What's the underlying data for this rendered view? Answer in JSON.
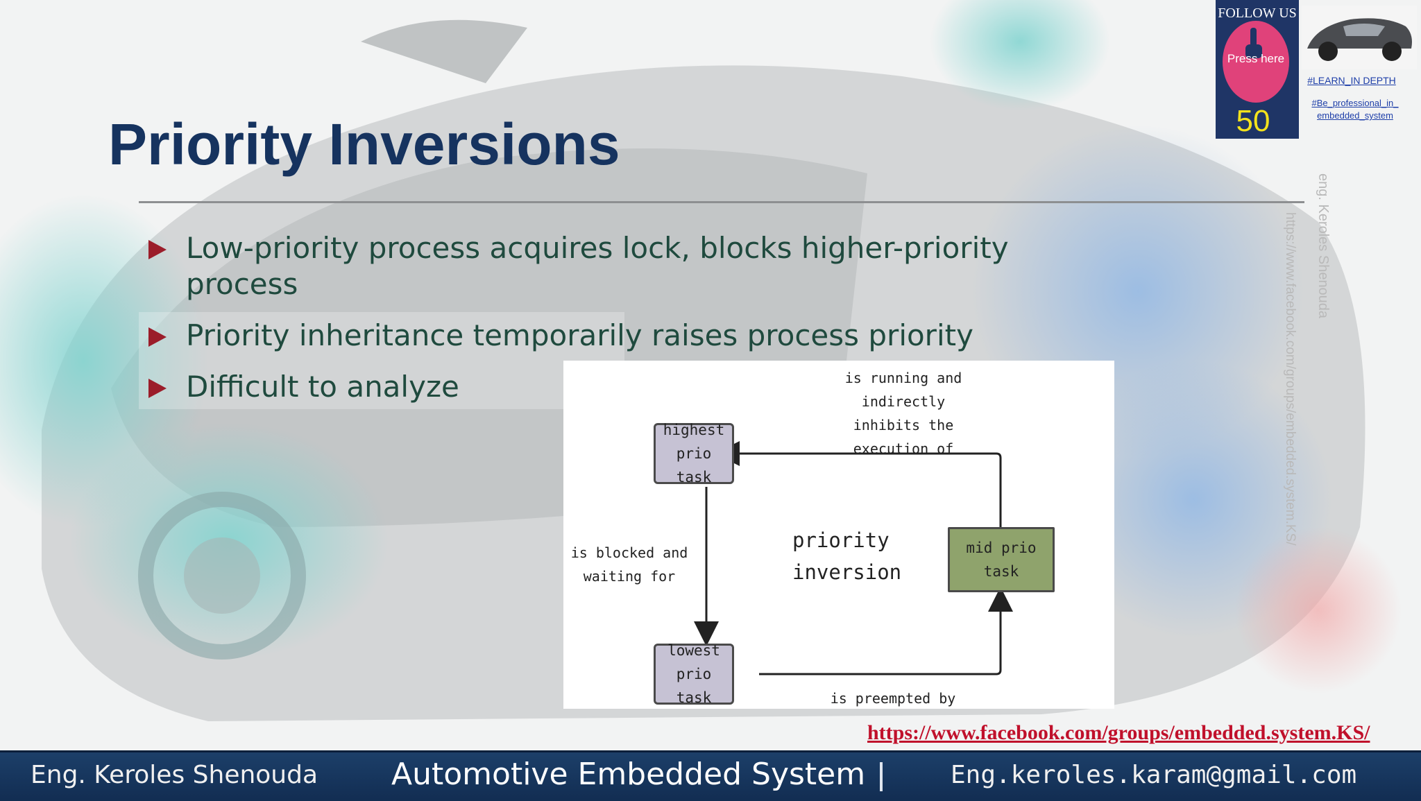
{
  "slide": {
    "title": "Priority Inversions",
    "bullets": [
      {
        "text": "Low-priority process acquires lock, blocks higher-priority process"
      },
      {
        "text": "Priority inheritance temporarily raises process priority"
      },
      {
        "text": "Difficult to analyze"
      }
    ]
  },
  "diagram": {
    "highest_box": "highest prio task",
    "lowest_box": "lowest prio task",
    "mid_box": "mid prio task",
    "center_label": "priority inversion",
    "label_running": "is running and indirectly inhibits the execution of",
    "label_blocked": "is blocked and waiting for",
    "label_preempted": "is preempted by",
    "colors": {
      "task_box": "#c6c2d4",
      "mid_box": "#8fa36c"
    }
  },
  "badge": {
    "follow_text": "FOLLOW US",
    "press_text": "Press here",
    "page_number": "50",
    "icon": "pointing-hand-icon",
    "tag1": "#LEARN_IN DEPTH",
    "tag2": "#Be_professional_in_ embedded_system"
  },
  "side": {
    "author_vertical": "eng. Keroles Shenouda",
    "url_vertical": "https://www.facebook.com/groups/embedded.system.KS/"
  },
  "links": {
    "facebook": "https://www.facebook.com/groups/embedded.system.KS/"
  },
  "footer": {
    "author": "Eng. Keroles Shenouda",
    "course": "Automotive Embedded System",
    "email": "Eng.keroles.karam@gmail.com"
  }
}
